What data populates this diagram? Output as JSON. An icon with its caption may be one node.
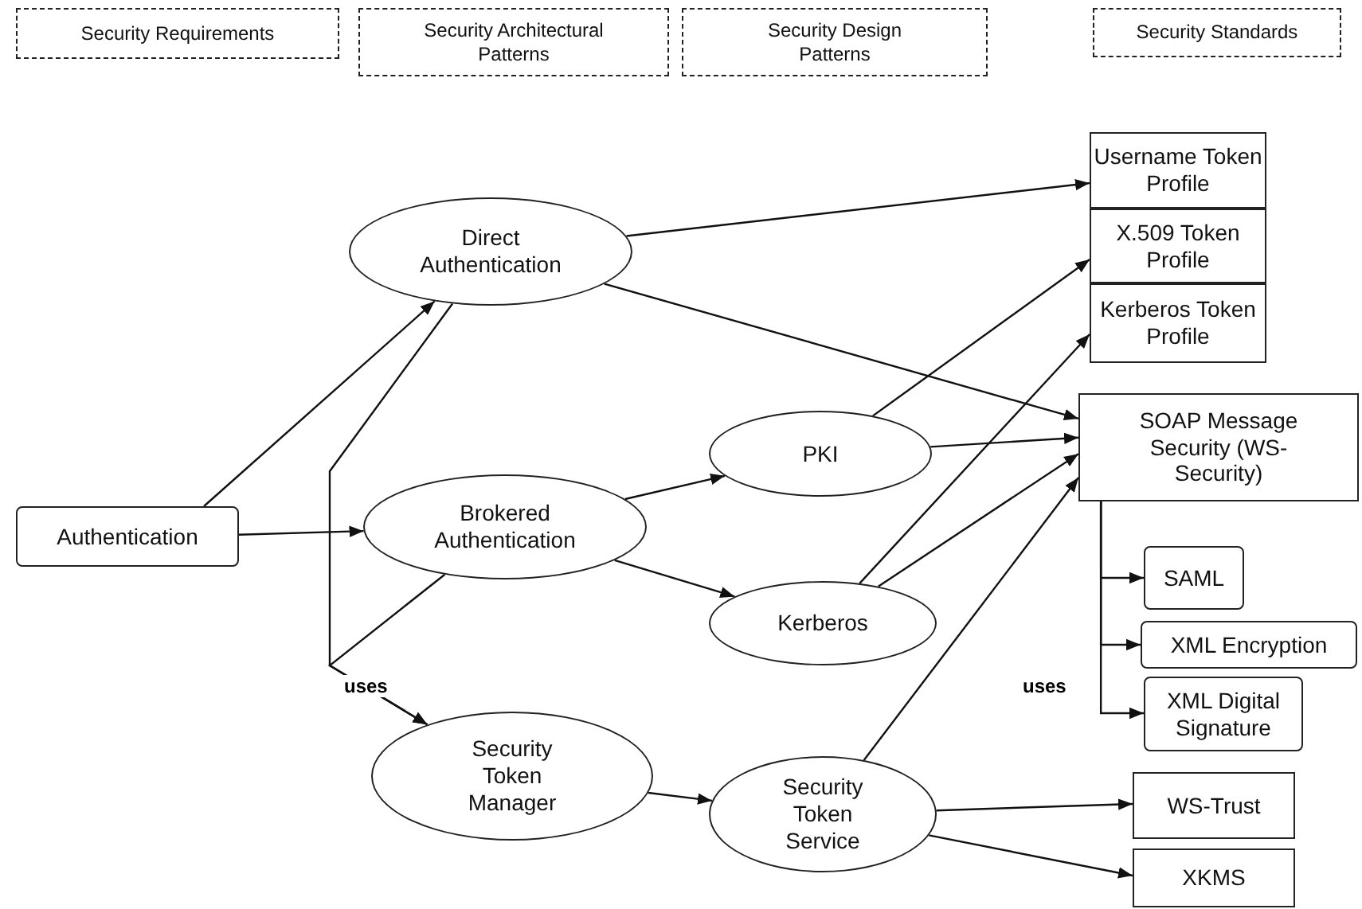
{
  "diagram": {
    "nodes": [
      {
        "text": [
          "Security Requirements"
        ]
      },
      {
        "text": [
          "Security Architectural Patterns"
        ]
      },
      {
        "text": [
          "Security Design Patterns"
        ]
      },
      {
        "text": [
          "Security Standards"
        ]
      },
      {
        "text": [
          "Authentication"
        ]
      },
      {
        "text": [
          "Direct Authentication"
        ]
      },
      {
        "text": [
          "Brokered Authentication"
        ]
      },
      {
        "text": [
          "PKI"
        ]
      },
      {
        "text": [
          "Kerberos"
        ]
      },
      {
        "text": [
          "Security Token Manager"
        ]
      },
      {
        "text": [
          "Security Token Service"
        ]
      },
      {
        "text": [
          "Username Token Profile"
        ]
      },
      {
        "text": [
          "X.509 Token Profile"
        ]
      },
      {
        "text": [
          "Kerberos Token Profile"
        ]
      },
      {
        "text": [
          "SOAP Message Security (WS-Security)"
        ]
      },
      {
        "text": [
          "SAML"
        ]
      },
      {
        "text": [
          "XML Encryption"
        ]
      },
      {
        "text": [
          "XML Digital Signature"
        ]
      },
      {
        "text": [
          "WS-Trust"
        ]
      },
      {
        "text": [
          "XKMS"
        ]
      }
    ],
    "edges": [
      {
        "from": 4,
        "to": 5,
        "arrow": "to"
      },
      {
        "from": 4,
        "to": 6,
        "arrow": "to"
      },
      {
        "from": 5,
        "to": 9,
        "arrow": "to",
        "label": "uses"
      },
      {
        "from": 6,
        "to": 9,
        "arrow": "to"
      },
      {
        "from": 5,
        "to": 11,
        "arrow": "to"
      },
      {
        "from": 5,
        "to": 14,
        "arrow": "to"
      },
      {
        "from": 6,
        "to": 7,
        "arrow": "to"
      },
      {
        "from": 6,
        "to": 8,
        "arrow": "to"
      },
      {
        "from": 7,
        "to": 12,
        "arrow": "to"
      },
      {
        "from": 7,
        "to": 14,
        "arrow": "to"
      },
      {
        "from": 8,
        "to": 13,
        "arrow": "to"
      },
      {
        "from": 8,
        "to": 14,
        "arrow": "to"
      },
      {
        "from": 9,
        "to": 10,
        "arrow": "to"
      },
      {
        "from": 10,
        "to": 14,
        "arrow": "to",
        "label": "uses"
      },
      {
        "from": 10,
        "to": 18,
        "arrow": "to"
      },
      {
        "from": 10,
        "to": 19,
        "arrow": "to"
      },
      {
        "from": 14,
        "to": 15,
        "arrow": "to"
      },
      {
        "from": 14,
        "to": 16,
        "arrow": "to"
      },
      {
        "from": 14,
        "to": 17,
        "arrow": "to"
      }
    ]
  }
}
